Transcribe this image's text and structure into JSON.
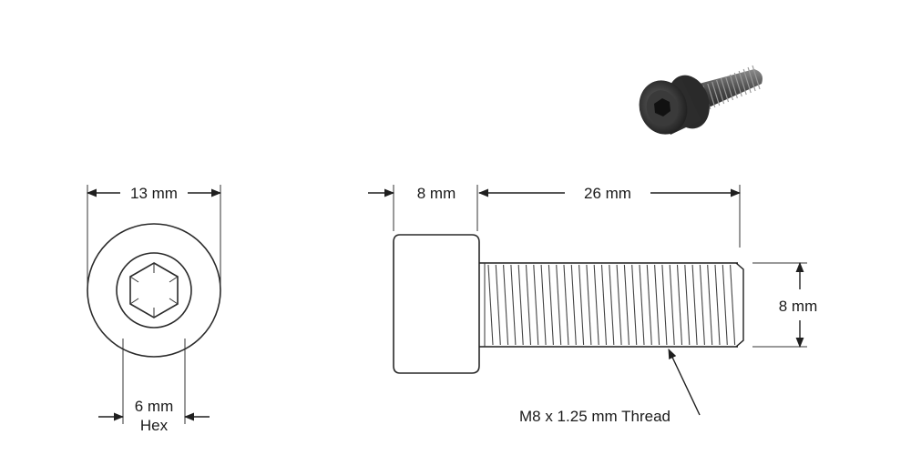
{
  "dimensions": {
    "head_diameter": "13 mm",
    "hex_size": "6 mm",
    "hex_caption": "Hex",
    "head_height": "8 mm",
    "shank_length": "26 mm",
    "thread_diameter": "8 mm",
    "thread_spec": "M8 x 1.25 mm Thread"
  },
  "colors": {
    "line": "#1f1f1f",
    "bolt_body": "#3a3a3a",
    "background": "#ffffff"
  },
  "icons": {
    "product": "socket-head-cap-screw"
  }
}
